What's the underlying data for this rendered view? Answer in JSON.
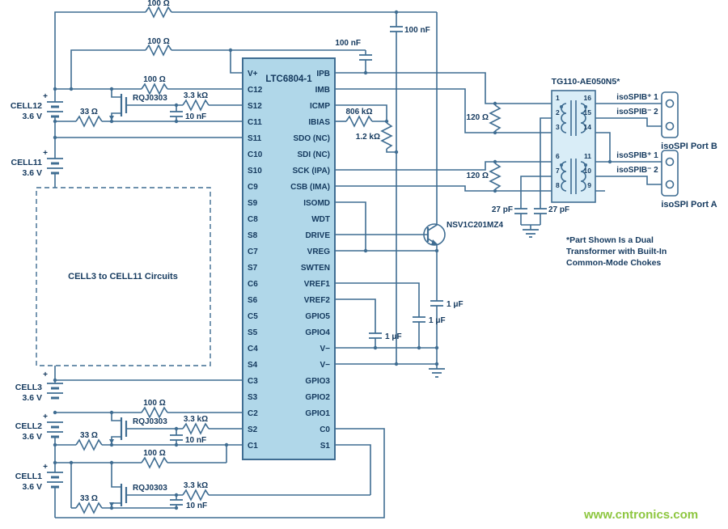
{
  "ic": {
    "title": "LTC6804-1",
    "left_pins": [
      "V+",
      "C12",
      "S12",
      "C11",
      "S11",
      "C10",
      "S10",
      "C9",
      "S9",
      "C8",
      "S8",
      "C7",
      "S7",
      "C6",
      "S6",
      "C5",
      "S5",
      "C4",
      "S4",
      "C3",
      "S3",
      "C2",
      "S2",
      "C1"
    ],
    "right_pins": [
      "IPB",
      "IMB",
      "ICMP",
      "IBIAS",
      "SDO (NC)",
      "SDI (NC)",
      "SCK (IPA)",
      "CSB (IMA)",
      "ISOMD",
      "WDT",
      "DRIVE",
      "VREG",
      "SWTEN",
      "VREF1",
      "VREF2",
      "GPIO5",
      "GPIO4",
      "V−",
      "V−",
      "GPIO3",
      "GPIO2",
      "GPIO1",
      "C0",
      "S1"
    ]
  },
  "transformer": {
    "title": "TG110-AE050N5*",
    "left_pin_numbers": [
      "1",
      "2",
      "3",
      "6",
      "7",
      "8"
    ],
    "right_pin_numbers": [
      "16",
      "15",
      "14",
      "11",
      "10",
      "9"
    ]
  },
  "ports": {
    "port_b": {
      "pin1_label": "isoSPIB⁺ 1",
      "pin2_label": "isoSPIB⁻ 2",
      "name": "isoSPI Port B"
    },
    "port_a": {
      "pin1_label": "isoSPIB⁺ 1",
      "pin2_label": "isoSPIB⁻ 2",
      "name": "isoSPI Port A"
    }
  },
  "cells": {
    "cell12": {
      "name": "CELL12",
      "voltage": "3.6 V",
      "polarity": "+"
    },
    "cell11": {
      "name": "CELL11",
      "voltage": "3.6 V",
      "polarity": "+"
    },
    "cell3": {
      "name": "CELL3",
      "voltage": "3.6 V",
      "polarity": "+"
    },
    "cell2": {
      "name": "CELL2",
      "voltage": "3.6 V",
      "polarity": "+"
    },
    "cell1": {
      "name": "CELL1",
      "voltage": "3.6 V",
      "polarity": "+"
    }
  },
  "components": {
    "r_top1": "100 Ω",
    "r_top2": "100 Ω",
    "r_c12": "100 Ω",
    "r_c2": "100 Ω",
    "r_c1": "100 Ω",
    "r33_12": "33 Ω",
    "r33_2": "33 Ω",
    "r33_1": "33 Ω",
    "q12": "RQJ0303",
    "q2": "RQJ0303",
    "q1": "RQJ0303",
    "r3k3_12": "3.3 kΩ",
    "r3k3_2": "3.3 kΩ",
    "r3k3_1": "3.3 kΩ",
    "c10n_12": "10 nF",
    "c10n_2": "10 nF",
    "c10n_1": "10 nF",
    "c100n_left": "100 nF",
    "c100n_right": "100 nF",
    "r806k": "806 kΩ",
    "r1k2": "1.2 kΩ",
    "r120_b": "120 Ω",
    "r120_a": "120 Ω",
    "c27_left": "27 pF",
    "c27_right": "27 pF",
    "q_npn": "NSV1C201MZ4",
    "c1u_vreg": "1 μF",
    "c1u_vref1": "1 μF",
    "c1u_vref2": "1 μF"
  },
  "dashed_box": {
    "label": "CELL3 to CELL11 Circuits"
  },
  "note": {
    "line1": "*Part Shown Is a Dual",
    "line2": "Transformer with Built-In",
    "line3": "Common-Mode Chokes"
  },
  "watermark": "www.cntronics.com",
  "colors": {
    "wire": "#3f6d92",
    "text": "#14395e",
    "ic_fill": "#b0d7e9",
    "transformer_fill": "#d9edf7",
    "watermark_green": "#8dc63f"
  }
}
